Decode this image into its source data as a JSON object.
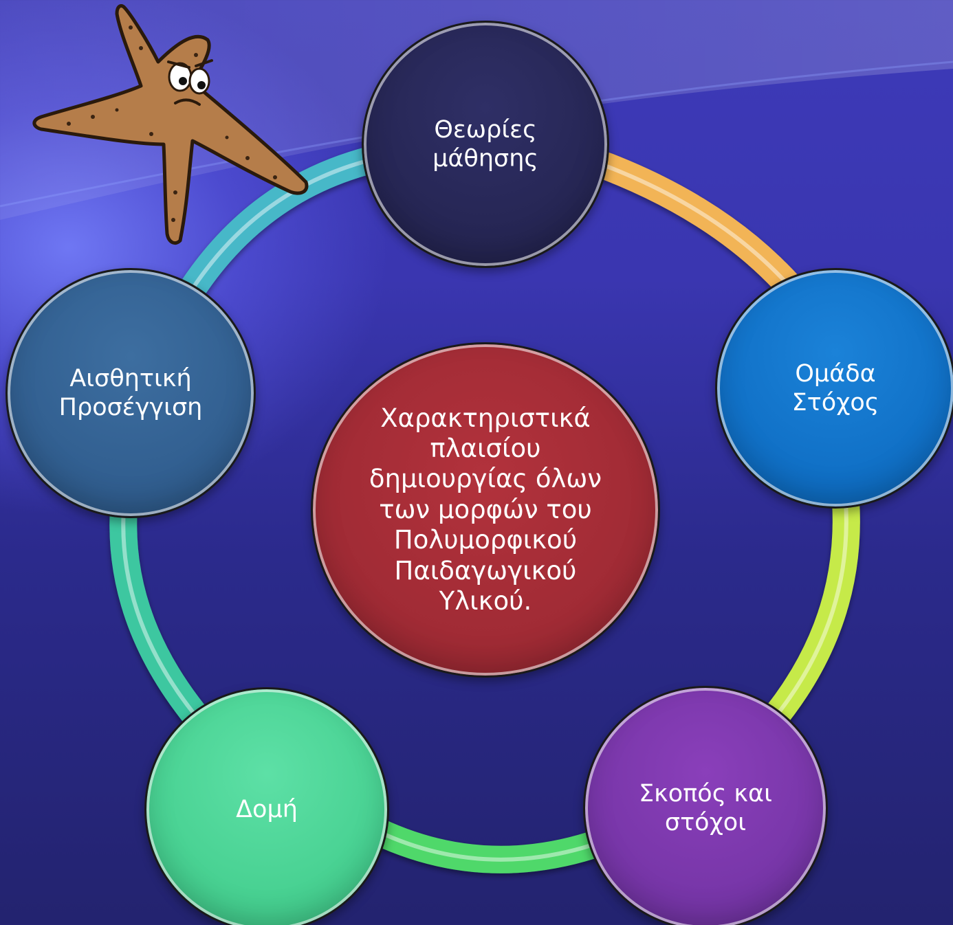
{
  "diagram": {
    "center": {
      "label": "Χαρακτηριστικά\nπλαισίου\nδημιουργίας όλων\nτων μορφών του\nΠολυμορφικού\nΠαιδαγωγικού\nΥλικού.",
      "color": "#9e2a34"
    },
    "nodes": [
      {
        "id": "theories",
        "label": "Θεωρίες\nμάθησης",
        "color": "#252552"
      },
      {
        "id": "target",
        "label": "Ομάδα\nΣτόχος",
        "color": "#0f6ec4"
      },
      {
        "id": "goals",
        "label": "Σκοπός και\nστόχοι",
        "color": "#7535a6"
      },
      {
        "id": "structure",
        "label": "Δομή",
        "color": "#45cf8f"
      },
      {
        "id": "aesthetic",
        "label": "Αισθητική\nΠροσέγγιση",
        "color": "#305d8e"
      }
    ],
    "ring_colors": [
      "#f2b457",
      "#c6ea4a",
      "#4fd86a",
      "#3ec7a0",
      "#46b8c8"
    ],
    "decoration": "starfish-cartoon"
  }
}
